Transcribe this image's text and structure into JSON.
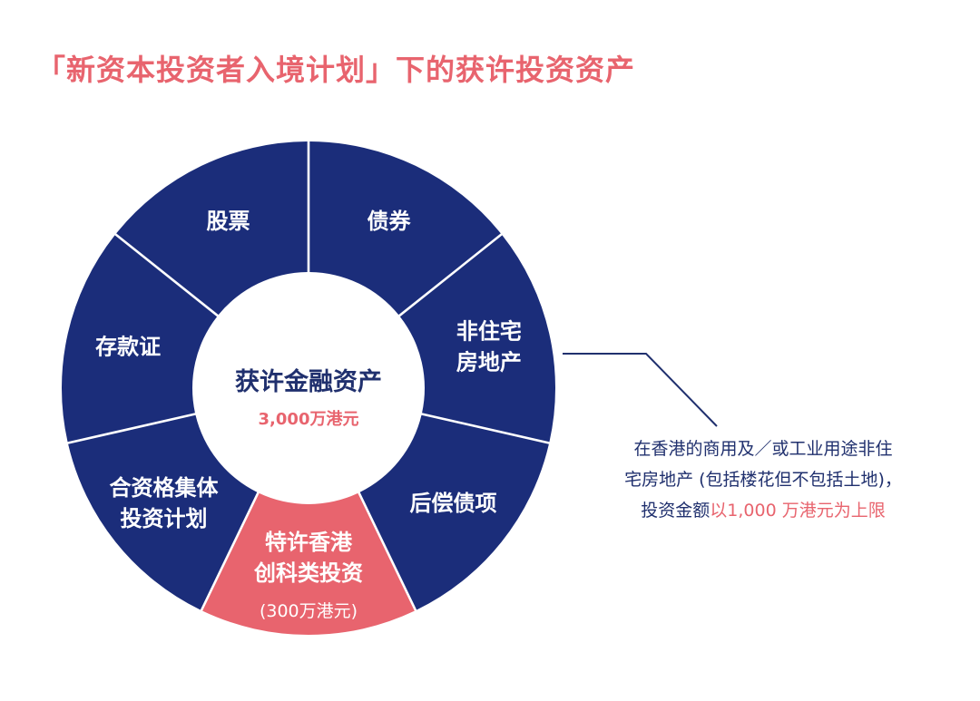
{
  "title": "「新资本投资者入境计划」下的获许投资资产",
  "center": {
    "label": "获许金融资产",
    "amount": "3,000万港元"
  },
  "colors": {
    "navy": "#1b2d7a",
    "accent": "#e8646e",
    "dark_text": "#20306e"
  },
  "segments": [
    {
      "id": "bonds",
      "lines": [
        "债券"
      ]
    },
    {
      "id": "non-residential-real-estate",
      "lines": [
        "非住宅",
        "房地产"
      ]
    },
    {
      "id": "subordinated-debt",
      "lines": [
        "后偿债项"
      ]
    },
    {
      "id": "innovation-investment",
      "lines": [
        "特许香港",
        "创科类投资"
      ],
      "sub": "(300万港元)",
      "highlight": true
    },
    {
      "id": "collective-investment-schemes",
      "lines": [
        "合资格集体",
        "投资计划"
      ]
    },
    {
      "id": "certificates-of-deposit",
      "lines": [
        "存款证"
      ]
    },
    {
      "id": "stocks",
      "lines": [
        "股票"
      ]
    }
  ],
  "note": {
    "line1": "在香港的商用及／或工业用途非住",
    "line2": "宅房地产 (包括楼花但不包括土地)，",
    "line3_prefix": "投资金额",
    "line3_highlight": "以1,000 万港元为上限"
  }
}
